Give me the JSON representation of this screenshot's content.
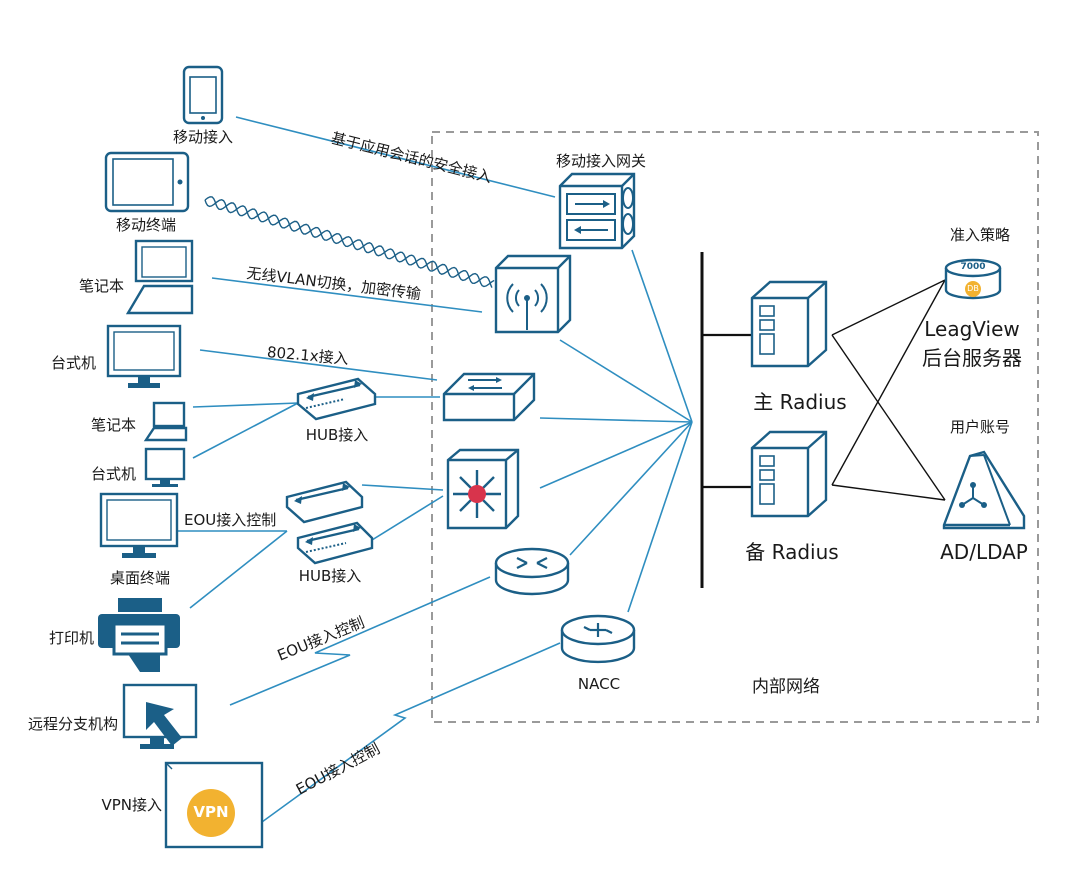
{
  "labels": {
    "mobile_access": "移动接入",
    "mobile_terminal": "移动终端",
    "laptop_1": "笔记本",
    "desktop_1": "台式机",
    "laptop_2": "笔记本",
    "desktop_2": "台式机",
    "desktop_terminal": "桌面终端",
    "printer": "打印机",
    "remote_branch": "远程分支机构",
    "vpn_access": "VPN接入",
    "vpn_badge": "VPN",
    "hub_access_1": "HUB接入",
    "hub_access_2": "HUB接入",
    "eou_control_left": "EOU接入控制",
    "eou_control_mid": "EOU接入控制",
    "eou_control_low": "EOU接入控制",
    "secure_session": "基于应用会话的安全接入",
    "wireless_vlan": "无线VLAN切换，加密传输",
    "dot1x": "802.1x接入",
    "mobile_gateway": "移动接入网关",
    "nacc": "NACC",
    "internal_network": "内部网络",
    "primary_radius": "主 Radius",
    "backup_radius": "备 Radius",
    "access_policy": "准入策略",
    "leagview_line1": "LeagView",
    "leagview_line2": "后台服务器",
    "db_value": "7000",
    "db_badge": "DB",
    "user_account": "用户账号",
    "ad_ldap": "AD/LDAP"
  },
  "icons": {
    "phone": "smartphone-icon",
    "tablet": "tablet-icon",
    "laptop": "laptop-icon",
    "monitor": "desktop-monitor-icon",
    "hub": "hub-icon",
    "printer": "printer-icon",
    "remote": "remote-cursor-monitor-icon",
    "vpn": "vpn-box-icon",
    "gateway": "gateway-appliance-icon",
    "ap": "wireless-ap-icon",
    "switch": "switch-icon",
    "core": "core-switch-icon",
    "router": "router-icon",
    "nacc": "nacc-router-icon",
    "server": "server-tower-icon",
    "database": "database-icon",
    "directory": "directory-icon"
  },
  "colors": {
    "line": "#2f8ec0",
    "device": "#1b5f87",
    "core_hub": "#d8344c",
    "vpn_badge": "#f2b230",
    "boundary": "#9a9a9a"
  }
}
